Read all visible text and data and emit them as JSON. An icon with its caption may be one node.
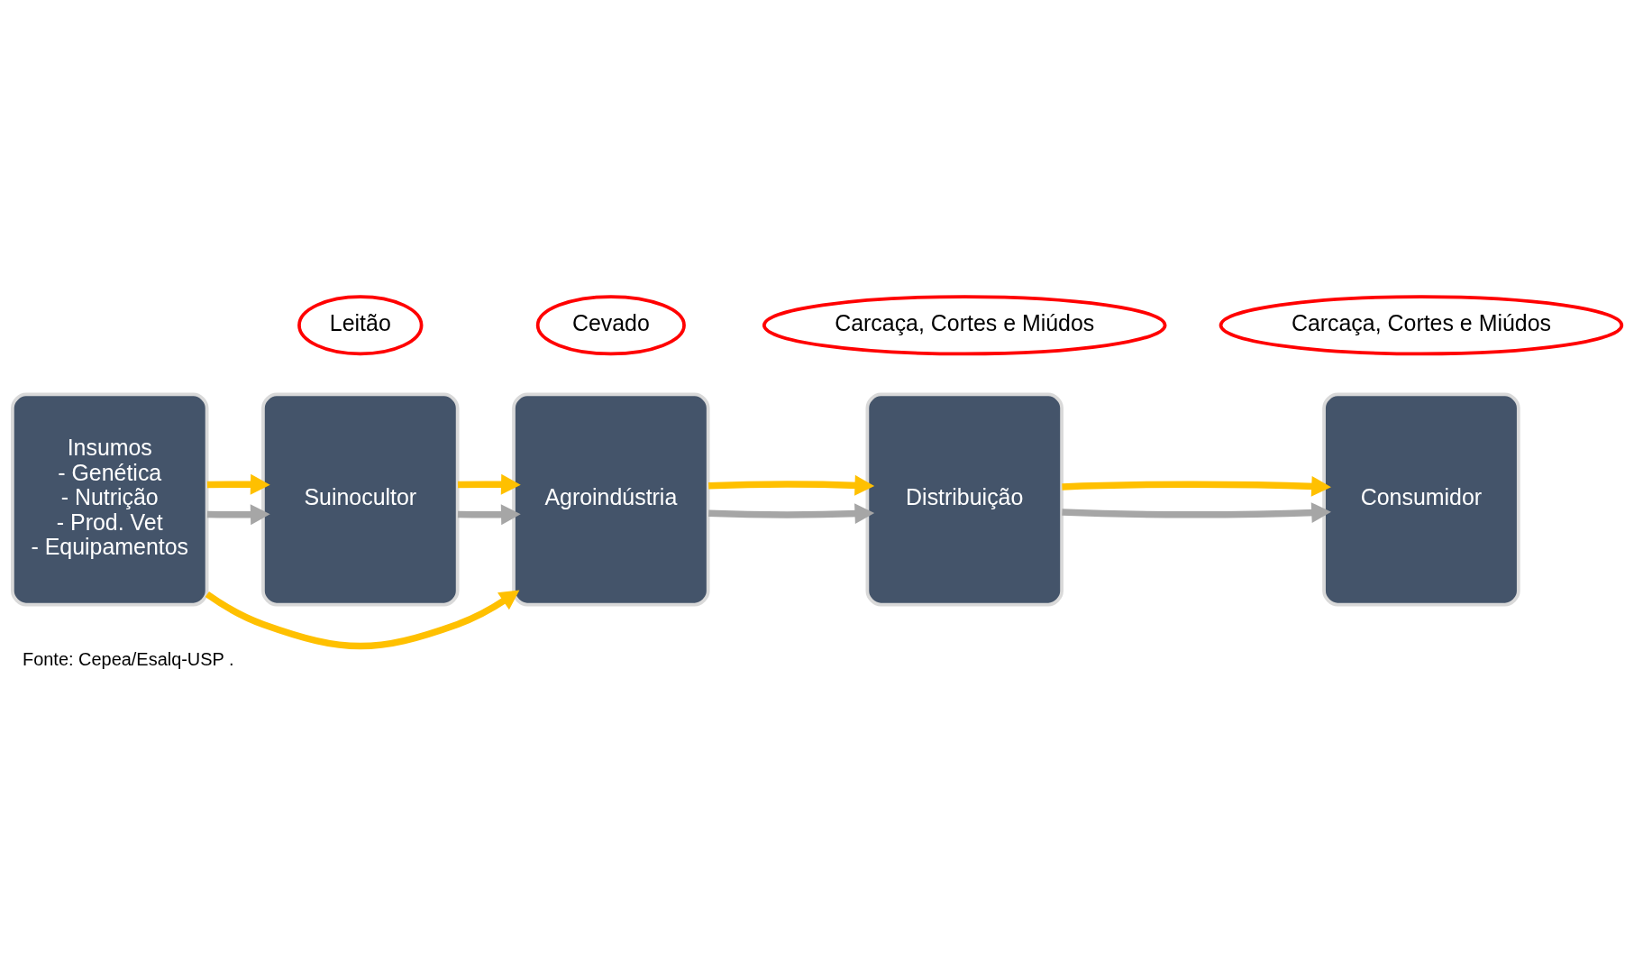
{
  "diagram": {
    "caption": "Fonte: Cepea/Esalq-USP .",
    "nodes": [
      {
        "text": [
          "Insumos",
          "- Genética",
          "- Nutrição",
          "- Prod. Vet",
          "- Equipamentos"
        ]
      },
      {
        "text": [
          "Suinocultor"
        ]
      },
      {
        "text": [
          "Agroindústria"
        ]
      },
      {
        "text": [
          "Distribuição"
        ]
      },
      {
        "text": [
          "Consumidor"
        ]
      },
      {
        "text": [
          "Leitão"
        ]
      },
      {
        "text": [
          "Carcaça, Cortes e Miúdos"
        ]
      },
      {
        "text": [
          "Cevado"
        ]
      },
      {
        "text": [
          "Carcaça, Cortes e Miúdos"
        ]
      }
    ],
    "edges": [
      {
        "from": 0,
        "to": 1,
        "arrow": "to",
        "color": "#a6a6a6"
      },
      {
        "from": 1,
        "to": 2,
        "arrow": "to",
        "color": "#a6a6a6"
      },
      {
        "from": 2,
        "to": 3,
        "arrow": "to",
        "color": "#a6a6a6"
      },
      {
        "from": 3,
        "to": 4,
        "arrow": "to",
        "color": "#a6a6a6"
      },
      {
        "from": 0,
        "to": 1,
        "arrow": "to",
        "color": "#ffc000"
      },
      {
        "from": 0,
        "to": 2,
        "arrow": "to",
        "color": "#ffc000"
      },
      {
        "from": 2,
        "to": 3,
        "arrow": "to",
        "color": "#ffc000"
      },
      {
        "from": 1,
        "to": 2,
        "arrow": "to",
        "color": "#ffc000"
      },
      {
        "from": 3,
        "to": 4,
        "arrow": "to",
        "color": "#ffc000"
      }
    ]
  }
}
